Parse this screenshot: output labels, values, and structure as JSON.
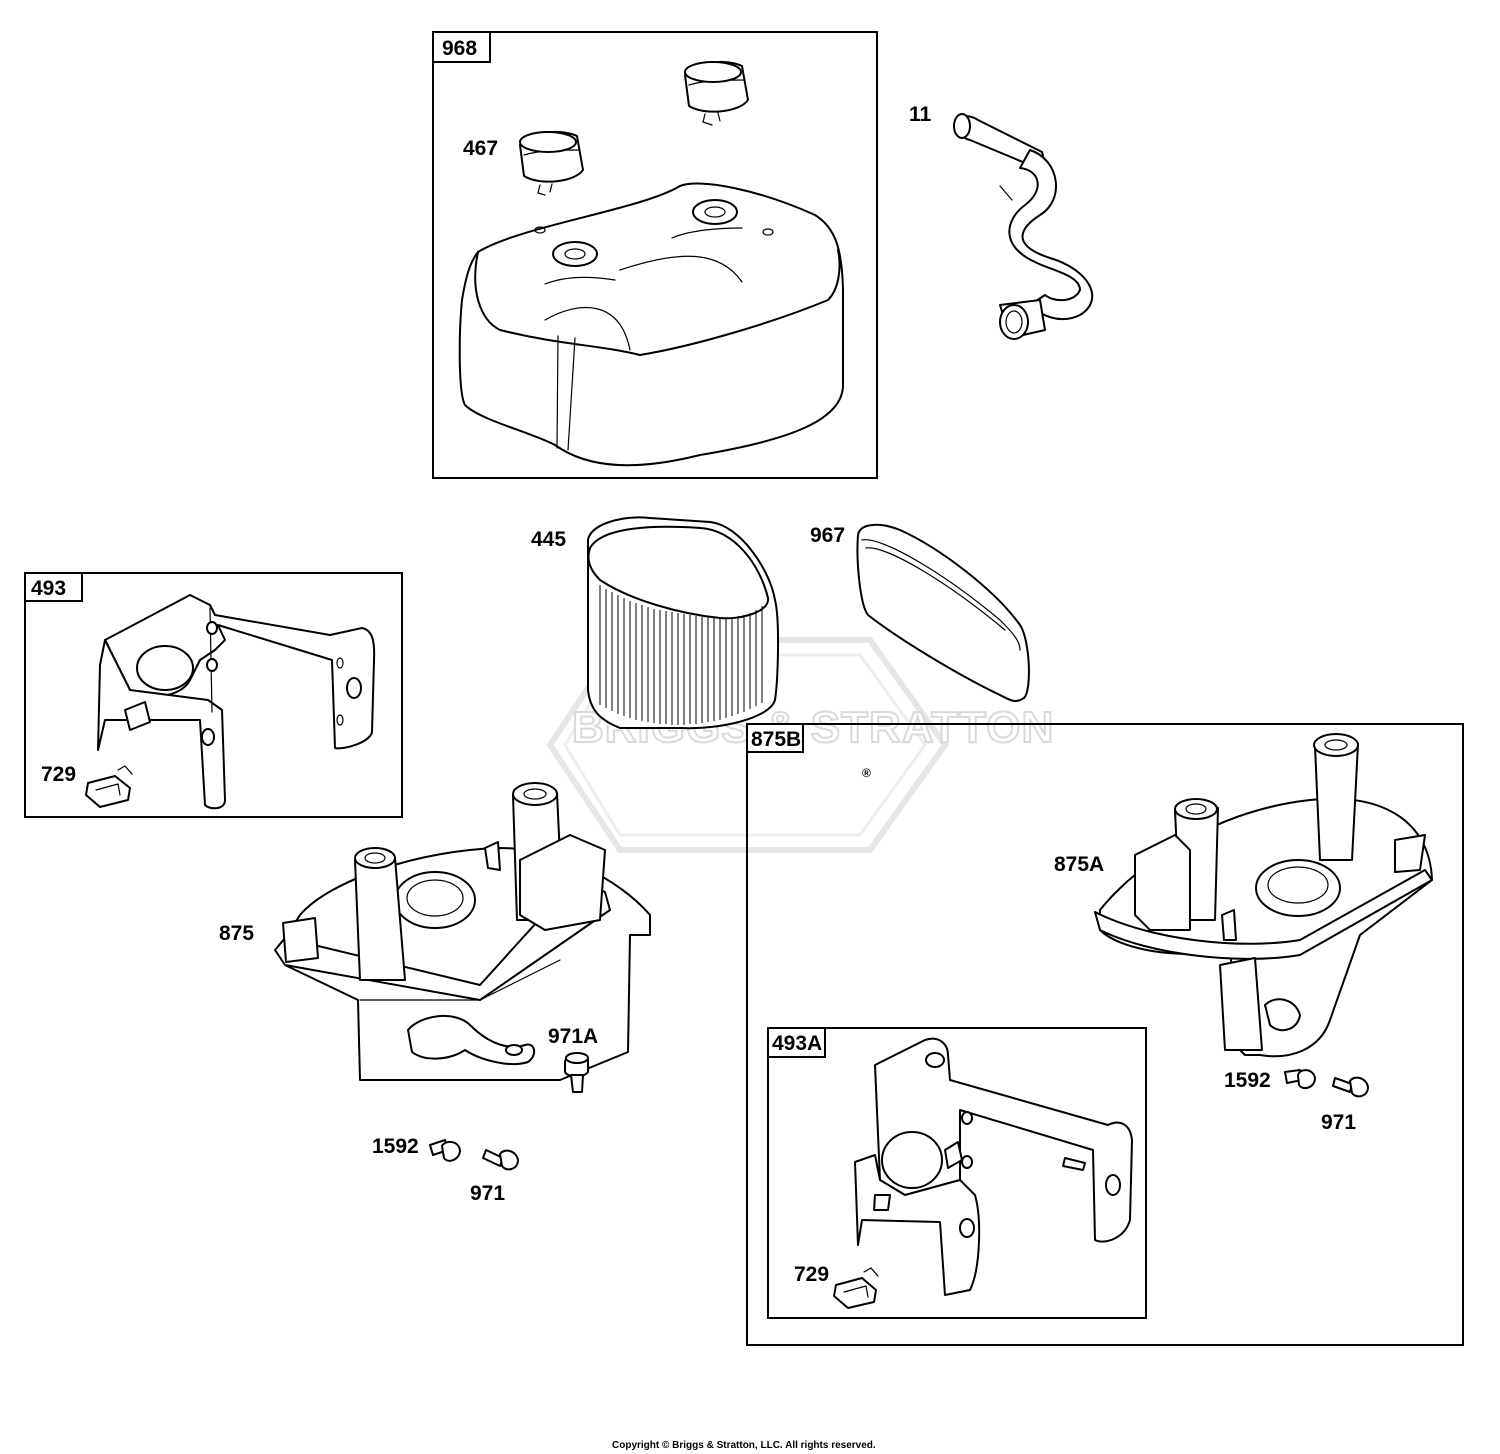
{
  "groups": [
    {
      "id": "968",
      "label": "968"
    },
    {
      "id": "493",
      "label": "493"
    },
    {
      "id": "875B",
      "label": "875B"
    },
    {
      "id": "493A",
      "label": "493A"
    }
  ],
  "callouts": {
    "part_467": "467",
    "part_11": "11",
    "part_445": "445",
    "part_967": "967",
    "part_729_left": "729",
    "part_875": "875",
    "part_971A": "971A",
    "part_1592_left": "1592",
    "part_971_left": "971",
    "part_875A": "875A",
    "part_1592_right": "1592",
    "part_971_right": "971",
    "part_729_right": "729"
  },
  "watermark": {
    "text": "BRIGGS & STRATTON",
    "registered": "®"
  },
  "footer": {
    "copyright": "Copyright © Briggs & Stratton, LLC. All rights reserved."
  }
}
